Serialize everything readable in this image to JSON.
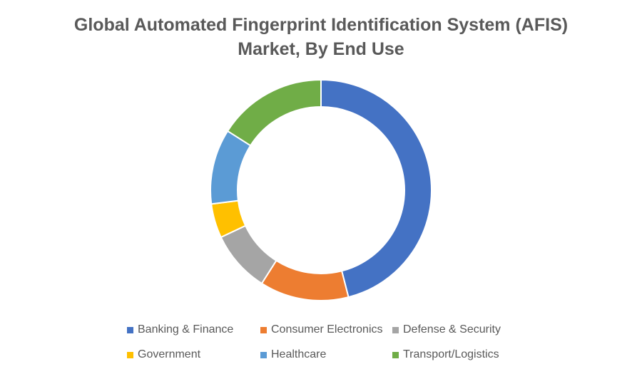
{
  "chart_data": {
    "type": "pie",
    "donut": true,
    "title": "Global Automated Fingerprint Identification System (AFIS) Market, By End Use",
    "title_lines": [
      "Global Automated Fingerprint Identification System (AFIS)",
      "Market, By End Use"
    ],
    "categories": [
      "Banking & Finance",
      "Consumer Electronics",
      "Defense & Security",
      "Government",
      "Healthcare",
      "Transport/Logistics"
    ],
    "values": [
      46,
      13,
      9,
      5,
      11,
      16
    ],
    "colors": [
      "#4472C4",
      "#ED7D31",
      "#A5A5A5",
      "#FFC000",
      "#5B9BD5",
      "#70AD47"
    ],
    "legend_position": "bottom"
  }
}
